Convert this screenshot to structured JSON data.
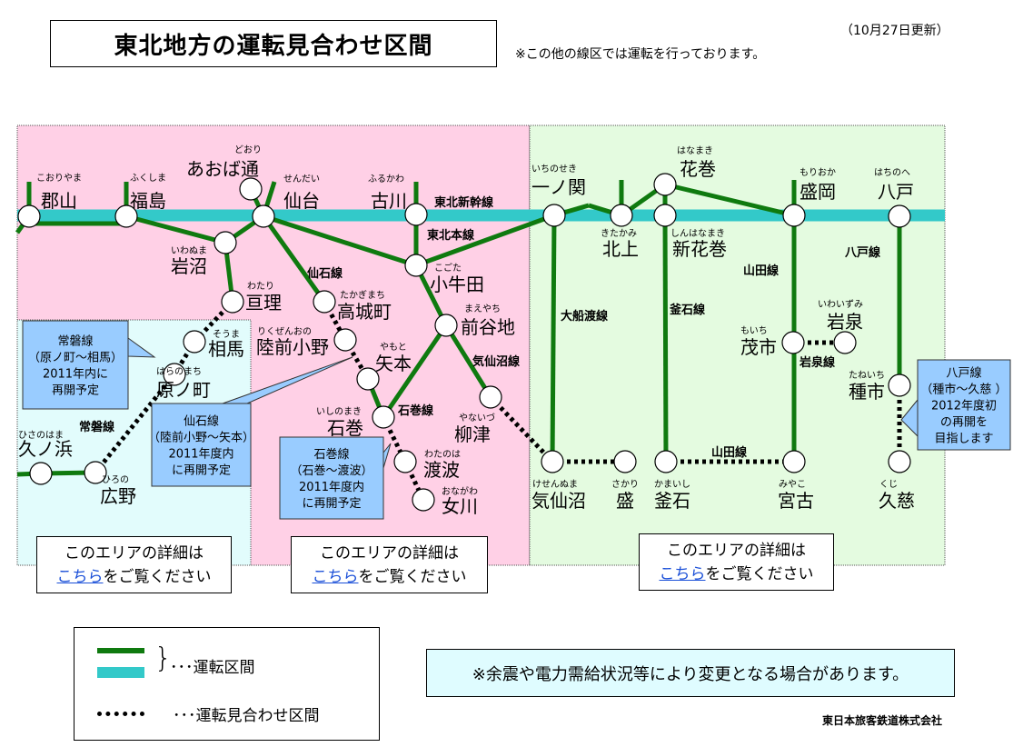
{
  "header": {
    "title": "東北地方の運転見合わせ区間",
    "update": "（10月27日更新）",
    "note": "※この他の線区では運転を行っております。"
  },
  "colors": {
    "running": "#0f7a0f",
    "shinkansen": "#33c9c9",
    "area_pink": "#ffd0e6",
    "area_cyan": "#e2fcfc",
    "area_green": "#e4fbe0",
    "callout": "#99ccff"
  },
  "stations": [
    {
      "id": "koriyama",
      "name": "郡山",
      "reading": "こおりやま"
    },
    {
      "id": "fukushima",
      "name": "福島",
      "reading": "ふくしま"
    },
    {
      "id": "aobadori",
      "name": "あおば通",
      "reading": "どおり"
    },
    {
      "id": "sendai",
      "name": "仙台",
      "reading": "せんだい"
    },
    {
      "id": "furukawa",
      "name": "古川",
      "reading": "ふるかわ"
    },
    {
      "id": "ichinoseki",
      "name": "一ノ関",
      "reading": "いちのせき"
    },
    {
      "id": "kitakami",
      "name": "北上",
      "reading": "きたかみ"
    },
    {
      "id": "hanamaki",
      "name": "花巻",
      "reading": "はなまき"
    },
    {
      "id": "shinhanamaki",
      "name": "新花巻",
      "reading": "しんはなまき"
    },
    {
      "id": "morioka",
      "name": "盛岡",
      "reading": "もりおか"
    },
    {
      "id": "hachinohe",
      "name": "八戸",
      "reading": "はちのへ"
    },
    {
      "id": "iwanuma",
      "name": "岩沼",
      "reading": "いわぬま"
    },
    {
      "id": "watari",
      "name": "亘理",
      "reading": "わたり"
    },
    {
      "id": "soma",
      "name": "相馬",
      "reading": "そうま"
    },
    {
      "id": "haranomachi",
      "name": "原ノ町",
      "reading": "はらのまち"
    },
    {
      "id": "hirono",
      "name": "広野",
      "reading": "ひろの"
    },
    {
      "id": "hisanohama",
      "name": "久ノ浜",
      "reading": "ひさのはま"
    },
    {
      "id": "takagimachi",
      "name": "高城町",
      "reading": "たかぎまち"
    },
    {
      "id": "rikuzenono",
      "name": "陸前小野",
      "reading": "りくぜんおの"
    },
    {
      "id": "yamoto",
      "name": "矢本",
      "reading": "やもと"
    },
    {
      "id": "ishinomaki",
      "name": "石巻",
      "reading": "いしのまき"
    },
    {
      "id": "watanoha",
      "name": "渡波",
      "reading": "わたのは"
    },
    {
      "id": "onagawa",
      "name": "女川",
      "reading": "おながわ"
    },
    {
      "id": "kogota",
      "name": "小牛田",
      "reading": "こごた"
    },
    {
      "id": "maeyachi",
      "name": "前谷地",
      "reading": "まえやち"
    },
    {
      "id": "yanaizu",
      "name": "柳津",
      "reading": "やないづ"
    },
    {
      "id": "kesennuma",
      "name": "気仙沼",
      "reading": "けせんぬま"
    },
    {
      "id": "sakari",
      "name": "盛",
      "reading": "さかり"
    },
    {
      "id": "kamaishi",
      "name": "釜石",
      "reading": "かまいし"
    },
    {
      "id": "miyako",
      "name": "宮古",
      "reading": "みやこ"
    },
    {
      "id": "moichi",
      "name": "茂市",
      "reading": "もいち"
    },
    {
      "id": "iwaizumi",
      "name": "岩泉",
      "reading": "いわいずみ"
    },
    {
      "id": "taneichi",
      "name": "種市",
      "reading": "たねいち"
    },
    {
      "id": "kuji",
      "name": "久慈",
      "reading": "くじ"
    }
  ],
  "line_labels": [
    {
      "id": "tohoku-shinkansen",
      "text": "東北新幹線"
    },
    {
      "id": "tohoku-main",
      "text": "東北本線"
    },
    {
      "id": "senseki",
      "text": "仙石線"
    },
    {
      "id": "ishinomaki",
      "text": "石巻線"
    },
    {
      "id": "kesennuma",
      "text": "気仙沼線"
    },
    {
      "id": "ofunato",
      "text": "大船渡線"
    },
    {
      "id": "kamaishi",
      "text": "釜石線"
    },
    {
      "id": "yamada-north",
      "text": "山田線"
    },
    {
      "id": "iwaizumi",
      "text": "岩泉線"
    },
    {
      "id": "yamada-south",
      "text": "山田線"
    },
    {
      "id": "hachinohe",
      "text": "八戸線"
    },
    {
      "id": "joban",
      "text": "常磐線"
    }
  ],
  "callouts": [
    {
      "id": "joban",
      "lines": [
        "常磐線",
        "（原ノ町～相馬）",
        "2011年内に",
        "再開予定"
      ]
    },
    {
      "id": "senseki",
      "lines": [
        "仙石線",
        "（陸前小野～矢本）",
        "2011年度内",
        "に再開予定"
      ]
    },
    {
      "id": "ishinomaki",
      "lines": [
        "石巻線",
        "（石巻～渡波）",
        "2011年度内",
        "に再開予定"
      ]
    },
    {
      "id": "hachinohe",
      "lines": [
        "八戸線",
        "（種市～久慈 ）",
        "2012年度初",
        "の再開を",
        "目指します"
      ]
    }
  ],
  "area_links": [
    {
      "line1": "このエリアの詳細は",
      "link": "こちら",
      "rest": "をご覧ください"
    },
    {
      "line1": "このエリアの詳細は",
      "link": "こちら",
      "rest": "をご覧ください"
    },
    {
      "line1": "このエリアの詳細は",
      "link": "こちら",
      "rest": "をご覧ください"
    }
  ],
  "legend": {
    "running_label": "･･･運転区間",
    "suspended_label": "･･･運転見合わせ区間"
  },
  "footer": {
    "note": "※余震や電力需給状況等により変更となる場合があります。",
    "company": "東日本旅客鉄道株式会社"
  }
}
